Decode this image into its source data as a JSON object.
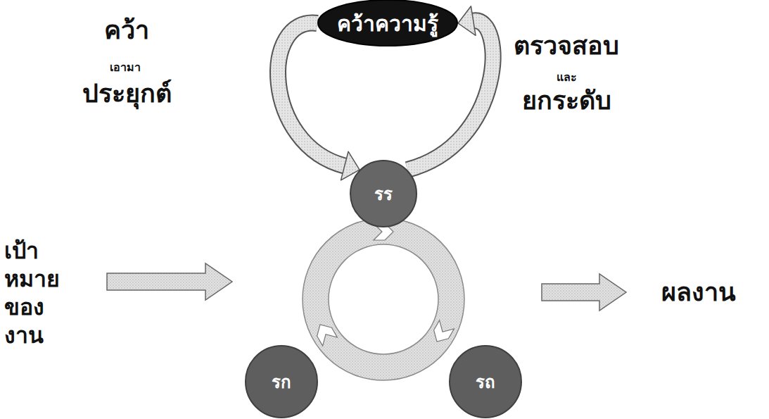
{
  "diagram": {
    "nodes": [
      {
        "text": [
          "คว้าความรู้"
        ]
      },
      {
        "text": [
          "รร"
        ]
      },
      {
        "text": [
          "รก"
        ]
      },
      {
        "text": [
          "รถ"
        ]
      }
    ],
    "edges": [
      {
        "from": 0,
        "to": 1,
        "arrow": "to"
      },
      {
        "from": 1,
        "to": 0,
        "arrow": "to"
      }
    ],
    "labels": [
      "คว้า",
      "เอามา",
      "ประยุกต์",
      "ตรวจสอบ",
      "และ",
      "ยกระดับ",
      "เป้าหมาย ของงาน",
      "ผลงาน"
    ]
  }
}
